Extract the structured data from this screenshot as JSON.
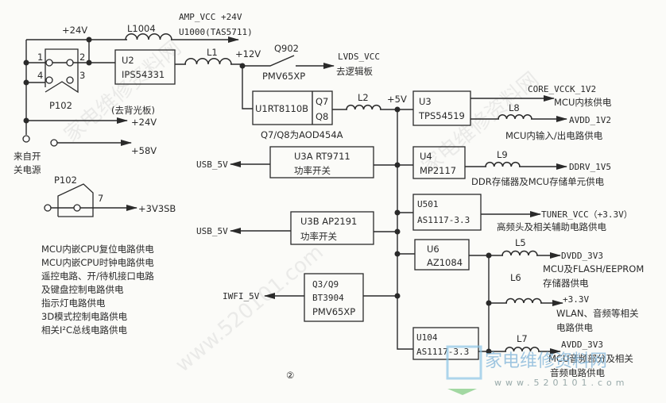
{
  "power_input": {
    "plus24v_top": "+24V",
    "connector": "P102",
    "pins": [
      "1",
      "2",
      "3",
      "4"
    ],
    "to_backlight": "(去背光板)",
    "plus24v_out": "+24V",
    "plus58v": "+58V",
    "source_line1": "来自开",
    "source_line2": "关电源"
  },
  "amp": {
    "inductor": "L1004",
    "net": "AMP_VCC +24V",
    "chip": "U1000(TAS5711)"
  },
  "u2": {
    "name": "U2",
    "part": "IPS54331",
    "inductor": "L1",
    "net": "+12V"
  },
  "q902": {
    "name": "Q902",
    "part": "PMV65XP",
    "net": "LVDS_VCC",
    "dest": "去逻辑板"
  },
  "u1": {
    "name": "U1RT8110B",
    "q_top": "Q7",
    "q_bot": "Q8",
    "note": "Q7/Q8为AOD454A",
    "inductor": "L2",
    "net": "+5V"
  },
  "u3": {
    "name": "U3",
    "part": "TPS54519",
    "out1_net": "CORE_VCCK_1V2",
    "out1_desc": "MCU内核供电",
    "inductor": "L8",
    "out2_net": "AVDD_1V2",
    "out2_desc": "MCU内输入/出电路供电"
  },
  "u3a": {
    "name": "U3A RT9711",
    "desc": "功率开关",
    "net": "USB_5V"
  },
  "u4": {
    "name": "U4",
    "part": "MP2117",
    "inductor": "L9",
    "net": "DDRV_1V5",
    "desc": "DDR存储器及MCU存储单元供电"
  },
  "u3b": {
    "name": "U3B AP2191",
    "desc": "功率开关",
    "net": "USB_5V"
  },
  "u501": {
    "name": "U501",
    "part": "AS1117-3.3",
    "net": "TUNER_VCC（+3.3V）",
    "desc": "高频头及相关辅助电路供电"
  },
  "u6": {
    "name": "U6",
    "part": "AZ1084",
    "inductor": "L5",
    "net": "DVDD_3V3",
    "desc1": "MCU及FLASH/EEPROM",
    "desc2": "存储器供电"
  },
  "l6": {
    "inductor": "L6",
    "net": "+3.3V",
    "desc1": "WLAN、音频等相关",
    "desc2": "电路供电"
  },
  "q3": {
    "name": "Q3/Q9",
    "part1": "BT3904",
    "part2": "PMV65XP",
    "net": "IWFI_5V"
  },
  "u104": {
    "name": "U104",
    "part": "AS1117-3.3",
    "inductor": "L7",
    "net": "AVDD_3V3",
    "desc1": "MCU音频部分及相关",
    "desc2": "音频电路供电"
  },
  "standby": {
    "connector": "P102",
    "pin": "7",
    "net": "+3V3SB",
    "loads": [
      "MCU内嵌CPU复位电路供电",
      "MCU内嵌CPU时钟电路供电",
      "遥控电路、开/待机接口电路",
      "及键盘控制电路供电",
      "指示灯电路供电",
      "3D模式控制电路供电",
      "相关I²C总线电路供电"
    ]
  },
  "figure_number": "②",
  "watermark": {
    "logo": "家电维修资料网",
    "url": "www.520101.com"
  }
}
